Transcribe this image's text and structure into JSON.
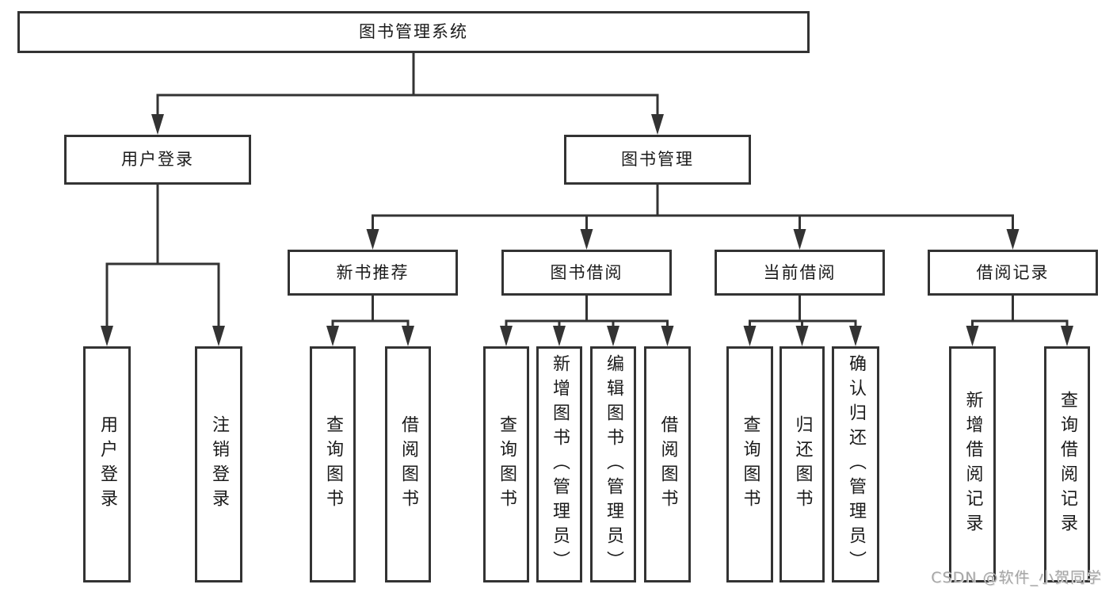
{
  "diagram": {
    "root": {
      "label": "图书管理系统"
    },
    "branches": [
      {
        "label": "用户登录",
        "children": [
          {
            "label": "用户登录"
          },
          {
            "label": "注销登录"
          }
        ]
      },
      {
        "label": "图书管理",
        "groups": [
          {
            "label": "新书推荐",
            "children": [
              {
                "label": "查询图书"
              },
              {
                "label": "借阅图书"
              }
            ]
          },
          {
            "label": "图书借阅",
            "children": [
              {
                "label": "查询图书"
              },
              {
                "label": "新增图书（管理员）"
              },
              {
                "label": "编辑图书（管理员）"
              },
              {
                "label": "借阅图书"
              }
            ]
          },
          {
            "label": "当前借阅",
            "children": [
              {
                "label": "查询图书"
              },
              {
                "label": "归还图书"
              },
              {
                "label": "确认归还（管理员）"
              }
            ]
          },
          {
            "label": "借阅记录",
            "children": [
              {
                "label": "新增借阅记录"
              },
              {
                "label": "查询借阅记录"
              }
            ]
          }
        ]
      }
    ]
  },
  "colors": {
    "line": "#333333",
    "box_border": "#333333",
    "text": "#1a1a1a",
    "watermark": "#a6a6a6"
  },
  "watermark": {
    "text": "CSDN @软件_小贺同学"
  }
}
